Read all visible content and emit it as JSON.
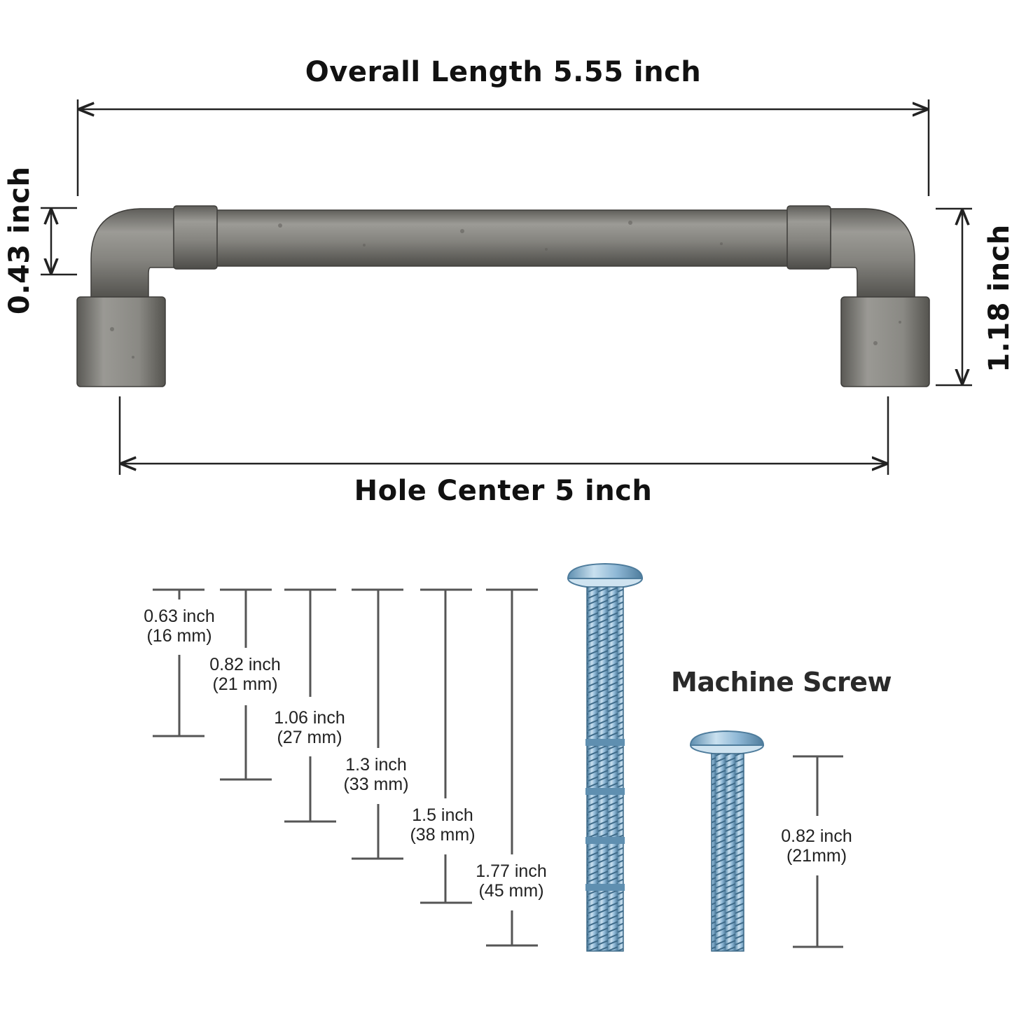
{
  "handle_dimensions": {
    "overall_length": "Overall Length 5.55 inch",
    "hole_center": "Hole Center 5 inch",
    "bar_thickness": "0.43 inch",
    "height": "1.18 inch"
  },
  "screws": {
    "title": "Machine Screw",
    "lengths": [
      {
        "inch": "0.63 inch",
        "mm": "(16 mm)"
      },
      {
        "inch": "0.82 inch",
        "mm": "(21 mm)"
      },
      {
        "inch": "1.06 inch",
        "mm": "(27 mm)"
      },
      {
        "inch": "1.3 inch",
        "mm": "(33 mm)"
      },
      {
        "inch": "1.5 inch",
        "mm": "(38 mm)"
      },
      {
        "inch": "1.77 inch",
        "mm": "(45 mm)"
      }
    ],
    "short_screw": {
      "inch": "0.82 inch",
      "mm": "(21mm)"
    }
  },
  "colors": {
    "handle_metal": "#7d7c78",
    "screw_blue": "#8fb8d6",
    "line": "#222222",
    "screw_line": "#555555"
  }
}
